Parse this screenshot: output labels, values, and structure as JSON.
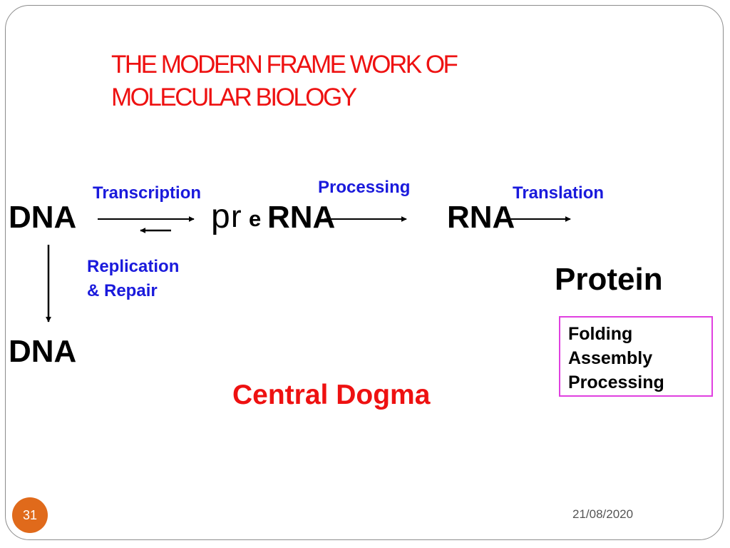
{
  "slide": {
    "title_line1": "THE MODERN FRAME WORK OF",
    "title_line2": "MOLECULAR  BIOLOGY",
    "page_number": "31",
    "date": "21/08/2020"
  },
  "diagram": {
    "dna_top": "DNA",
    "pre_p": "p",
    "pre_r": "r",
    "pre_e": "e",
    "pre_rna": "RNA",
    "rna": "RNA",
    "dna_bottom": "DNA",
    "protein": "Protein",
    "transcription": "Transcription",
    "processing": "Processing",
    "translation": "Translation",
    "replication_line1": "Replication",
    "replication_line2": "& Repair",
    "central_dogma": "Central Dogma",
    "post_processing": [
      "Folding",
      "Assembly",
      "Processing"
    ]
  },
  "colors": {
    "title": "#ee1111",
    "label_blue": "#1a1adc",
    "box_border": "#e040e0",
    "page_badge": "#e06a1b"
  }
}
